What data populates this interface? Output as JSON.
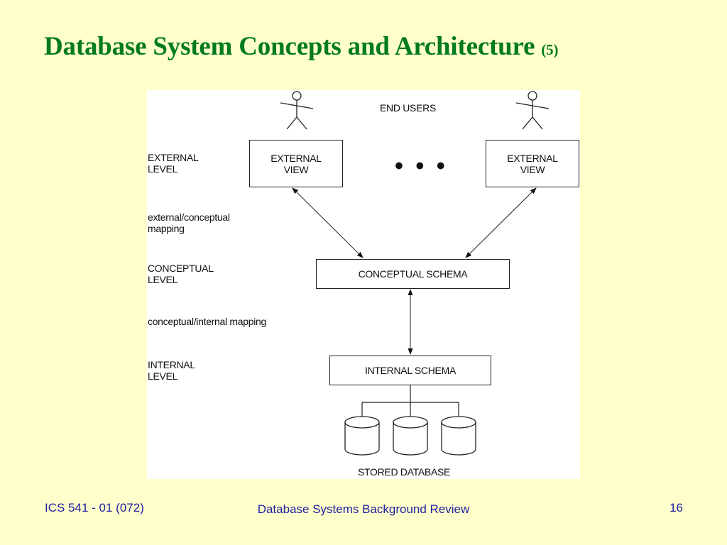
{
  "slide": {
    "title_main": "Database System Concepts and Architecture ",
    "title_num": "(5)"
  },
  "diagram": {
    "end_users": "END USERS",
    "external_level": "EXTERNAL\nLEVEL",
    "ext_conc_mapping": "external/conceptual\nmapping",
    "conceptual_level": "CONCEPTUAL\nLEVEL",
    "conc_int_mapping": "conceptual/internal mapping",
    "internal_level": "INTERNAL\nLEVEL",
    "external_view_left": "EXTERNAL\nVIEW",
    "external_view_right": "EXTERNAL\nVIEW",
    "ellipsis": "• • •",
    "conceptual_schema": "CONCEPTUAL SCHEMA",
    "internal_schema": "INTERNAL SCHEMA",
    "stored_database": "STORED DATABASE"
  },
  "footer": {
    "course": "ICS 541 - 01 (072)",
    "topic": "Database Systems Background Review",
    "page": "16"
  }
}
